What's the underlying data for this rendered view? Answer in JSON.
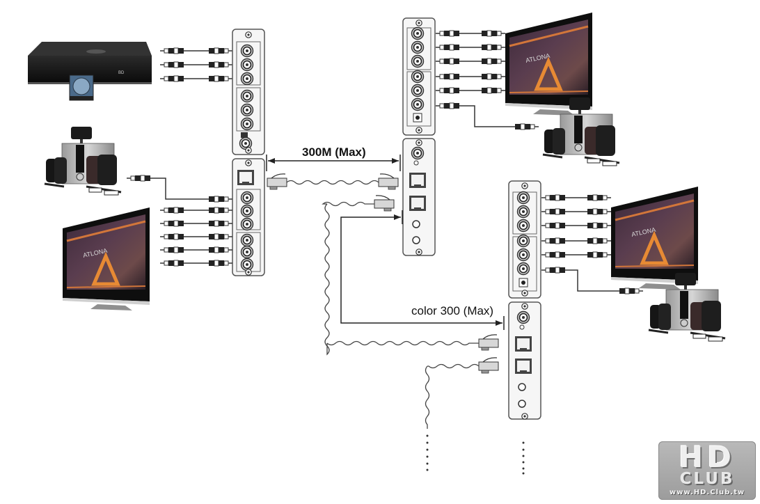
{
  "title": "Component video/audio over Cat5 distribution diagram",
  "labels": {
    "link_a": "300M (Max)",
    "link_b": "color 300 (Max)"
  },
  "devices": {
    "source": "blu-ray-dvd-player",
    "displays": [
      "tv-left",
      "tv-top-right",
      "tv-mid-right"
    ],
    "audio": [
      "speakers-left",
      "speakers-top-right",
      "speakers-mid-right"
    ],
    "tv_brand": "ATLONA"
  },
  "units": {
    "transmitter_av_panel": "TX A/V input panel",
    "transmitter_cat5_panel": "TX Cat5 panel",
    "receiver_a_av_panel": "RX A/V output panel",
    "receiver_a_cat5_panel": "RX Cat5 panel",
    "receiver_b_av_panel": "RX B A/V output panel",
    "receiver_b_cat5_panel": "RX B Cat5 panel"
  },
  "logo": {
    "line1": "HD",
    "line2": "CLUB",
    "url": "www.HD.Club.tw"
  }
}
